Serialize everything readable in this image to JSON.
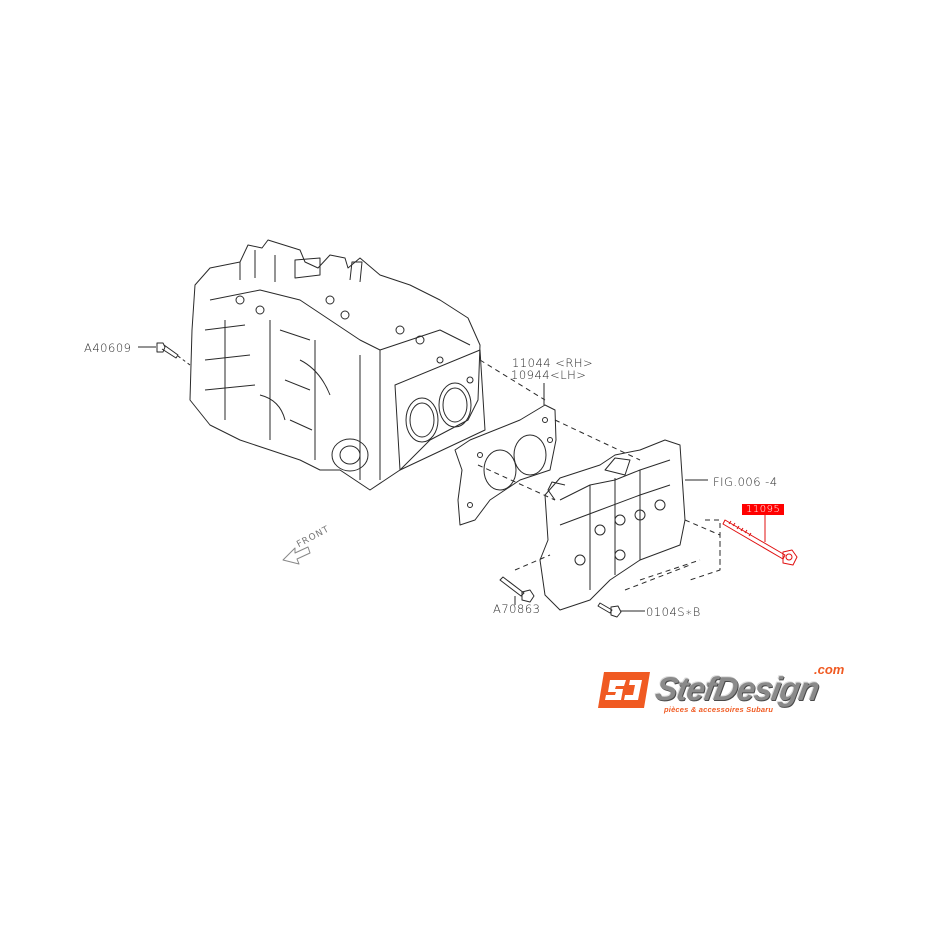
{
  "diagram": {
    "type": "exploded-parts-diagram",
    "subject": "Engine block and cylinder head assembly",
    "labels": {
      "block_bolt": "A40609",
      "gasket_rh": "11044 <RH>",
      "gasket_lh": "10944<LH>",
      "head_ref": "FIG.006 -4",
      "head_bolt_highlighted": "11095",
      "bolt_a": "A70863",
      "bolt_b": "0104S∗B",
      "front_indicator": "FRONT"
    },
    "highlight_color": "#ff0000",
    "line_color": "#2a2a2a"
  },
  "logo": {
    "brand": "StefDesign",
    "domain": ".com",
    "tagline": "pièces & accessoires Subaru",
    "badge_text": "SD",
    "colors": {
      "orange": "#f05a22",
      "grey": "#8a8a8a"
    }
  }
}
